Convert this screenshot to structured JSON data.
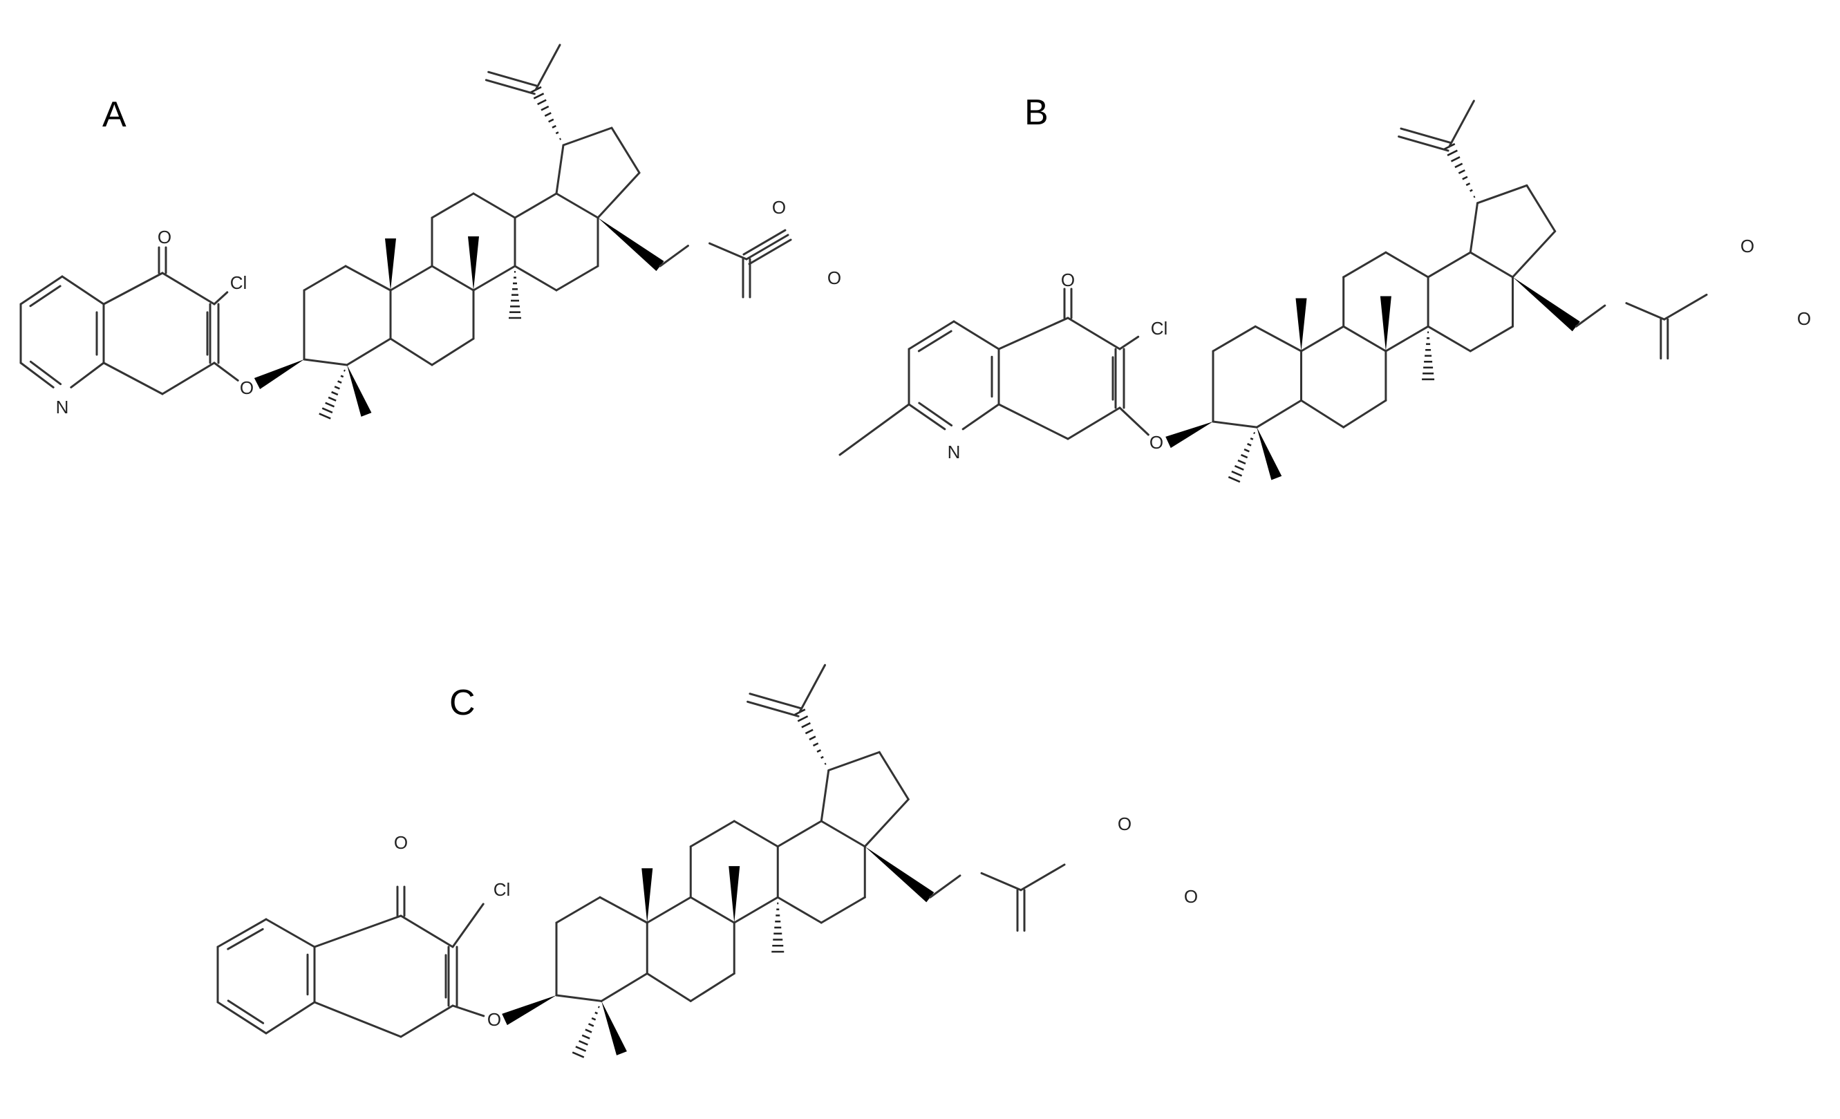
{
  "figure": {
    "panels": [
      {
        "label": "A",
        "atoms": {
          "ketone_o": "O",
          "cl": "Cl",
          "n": "N",
          "ether_o": "O",
          "ester_o": "O",
          "carbonyl_o": "O"
        }
      },
      {
        "label": "B",
        "atoms": {
          "ketone_o": "O",
          "cl": "Cl",
          "n": "N",
          "ether_o": "O",
          "ester_o": "O",
          "carbonyl_o": "O"
        }
      },
      {
        "label": "C",
        "atoms": {
          "ketone_o": "O",
          "cl": "Cl",
          "ether_o": "O",
          "ester_o": "O",
          "carbonyl_o": "O"
        }
      }
    ]
  },
  "colors": {
    "bond": "#333333",
    "wedge": "#000000",
    "label": "#000000"
  }
}
